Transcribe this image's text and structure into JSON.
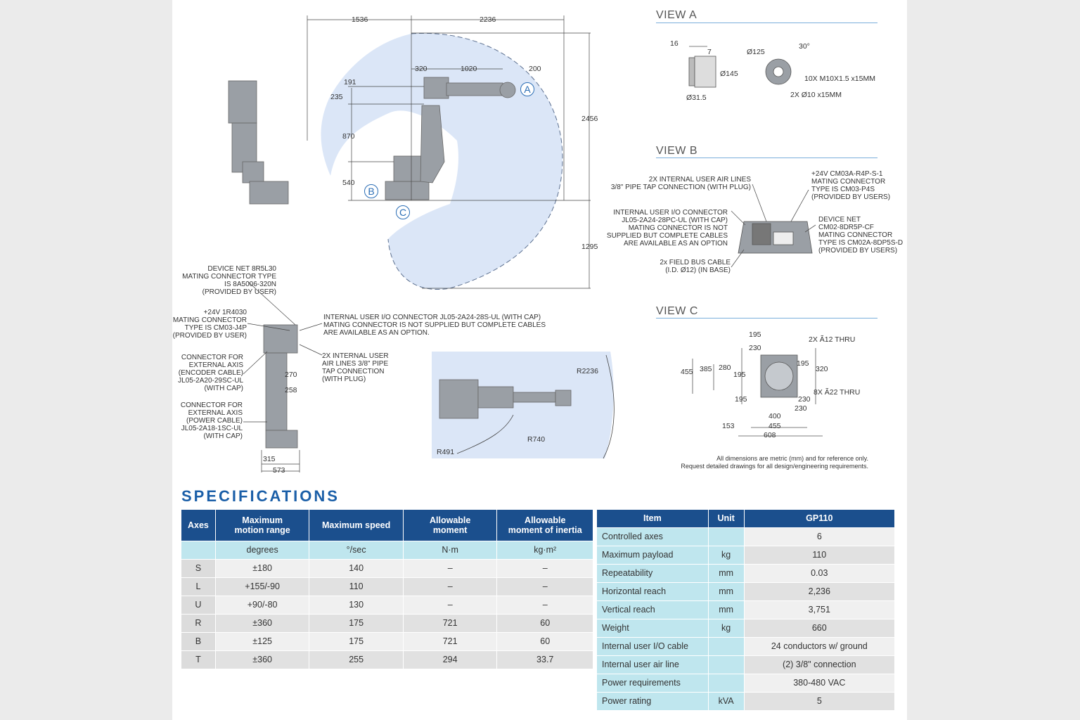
{
  "side_view": {
    "dims": {
      "w1536": "1536",
      "w2236": "2236",
      "w320": "320",
      "w1020": "1020",
      "w200": "200",
      "h191": "191",
      "h235": "235",
      "h870": "870",
      "h540": "540",
      "h2456": "2456",
      "h1295": "1295"
    },
    "labels": {
      "a": "A",
      "b": "B",
      "c": "C"
    }
  },
  "rear_view": {
    "devicenet": "DEVICE NET 8R5L30\nMATING CONNECTOR TYPE\nIS 8A5006-320N\n(PROVIDED BY USER)",
    "power24": "+24V 1R4030\nMATING CONNECTOR\nTYPE IS CM03-J4P\n(PROVIDED BY USER)",
    "encoder": "CONNECTOR FOR\nEXTERNAL AXIS\n(ENCODER CABLE)\nJL05-2A20-29SC-UL\n(WITH CAP)",
    "powercable": "CONNECTOR FOR\nEXTERNAL AXIS\n(POWER CABLE)\nJL05-2A18-1SC-UL\n(WITH CAP)",
    "io": "INTERNAL USER I/O CONNECTOR JL05-2A24-28S-UL (WITH CAP)\nMATING CONNECTOR IS NOT SUPPLIED BUT COMPLETE CABLES\nARE AVAILABLE AS AN OPTION.",
    "air": "2X INTERNAL USER\nAIR LINES 3/8\" PIPE\nTAP CONNECTION\n(WITH PLUG)",
    "dims": {
      "d270": "270",
      "d258": "258",
      "d315": "315",
      "d573": "573"
    }
  },
  "top_view": {
    "r2236": "R2236",
    "r740": "R740",
    "r491": "R491"
  },
  "view_a": {
    "title": "VIEW A",
    "d16": "16",
    "d7": "7",
    "d125": "Ø125",
    "d145": "Ø145",
    "d315": "Ø31.5",
    "angle": "30°",
    "tap": "10X M10X1.5  x15MM",
    "pin": "2X Ø10  x15MM"
  },
  "view_b": {
    "title": "VIEW B",
    "air": "2X INTERNAL USER AIR LINES\n3/8\" PIPE TAP CONNECTION (WITH PLUG)",
    "io": "INTERNAL USER I/O CONNECTOR\nJL05-2A24-28PC-UL (WITH CAP)\nMATING CONNECTOR IS NOT\nSUPPLIED BUT COMPLETE CABLES\nARE AVAILABLE AS AN OPTION",
    "fieldbus": "2x FIELD BUS CABLE\n(I.D. Ø12) (IN BASE)",
    "power24": "+24V CM03A-R4P-S-1\nMATING CONNECTOR\nTYPE IS CM03-P4S\n(PROVIDED BY USERS)",
    "devicenet": "DEVICE NET\nCM02-8DR5P-CF\nMATING CONNECTOR\nTYPE IS CM02A-8DP5S-D\n(PROVIDED BY USERS)"
  },
  "view_c": {
    "title": "VIEW C",
    "thru12": "2X Ã12 THRU",
    "thru22": "8X Ã22 THRU",
    "d195a": "195",
    "d230a": "230",
    "d455": "455",
    "d385": "385",
    "d280": "280",
    "d195b": "195",
    "d195c": "195",
    "d320": "320",
    "d195d": "195",
    "d230b": "230",
    "d230c": "230",
    "d400": "400",
    "d153": "153",
    "d455b": "455",
    "d608": "608"
  },
  "note": "All dimensions are metric (mm) and for reference only.\nRequest detailed drawings for all design/engineering requirements.",
  "specs_title": "SPECIFICATIONS",
  "axes_table": {
    "headers": [
      "Axes",
      "Maximum\nmotion range",
      "Maximum speed",
      "Allowable\nmoment",
      "Allowable\nmoment of inertia"
    ],
    "units": [
      "",
      "degrees",
      "°/sec",
      "N·m",
      "kg·m²"
    ],
    "rows": [
      [
        "S",
        "±180",
        "140",
        "–",
        "–"
      ],
      [
        "L",
        "+155/-90",
        "110",
        "–",
        "–"
      ],
      [
        "U",
        "+90/-80",
        "130",
        "–",
        "–"
      ],
      [
        "R",
        "±360",
        "175",
        "721",
        "60"
      ],
      [
        "B",
        "±125",
        "175",
        "721",
        "60"
      ],
      [
        "T",
        "±360",
        "255",
        "294",
        "33.7"
      ]
    ]
  },
  "item_table": {
    "headers": [
      "Item",
      "Unit",
      "GP110"
    ],
    "rows": [
      [
        "Controlled axes",
        "",
        "6"
      ],
      [
        "Maximum payload",
        "kg",
        "110"
      ],
      [
        "Repeatability",
        "mm",
        "0.03"
      ],
      [
        "Horizontal reach",
        "mm",
        "2,236"
      ],
      [
        "Vertical reach",
        "mm",
        "3,751"
      ],
      [
        "Weight",
        "kg",
        "660"
      ],
      [
        "Internal user I/O cable",
        "",
        "24 conductors w/ ground"
      ],
      [
        "Internal user air line",
        "",
        "(2) 3/8\" connection"
      ],
      [
        "Power requirements",
        "",
        "380-480 VAC"
      ],
      [
        "Power rating",
        "kVA",
        "5"
      ]
    ]
  }
}
